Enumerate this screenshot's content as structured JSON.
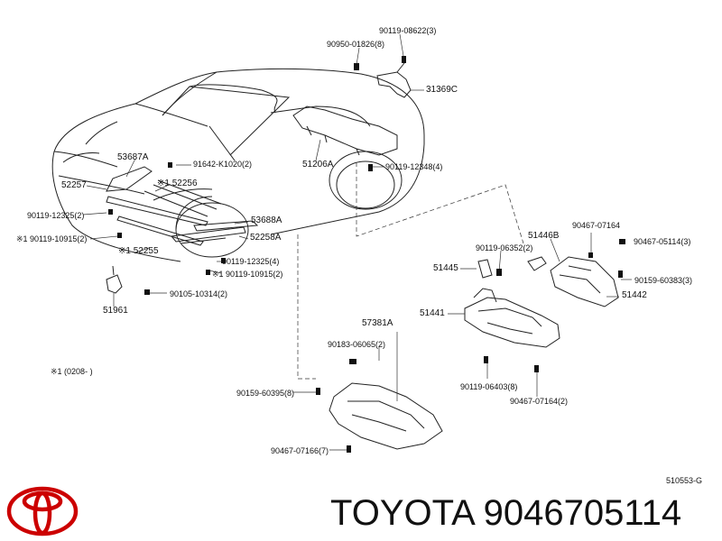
{
  "labels": {
    "p_90119_08622": "90119-08622(3)",
    "p_90950_01826": "90950-01826(8)",
    "p_31369C": "31369C",
    "p_53687A": "53687A",
    "p_91642_K1020": "91642-K1020(2)",
    "p_51206A": "51206A",
    "p_90119_12348": "90119-12348(4)",
    "p_52257": "52257",
    "p_52256": "※1 52256",
    "p_90119_12325a": "90119-12325(2)",
    "p_53688A": "53688A",
    "p_90119_10915a": "※1 90119-10915(2)",
    "p_52258A": "52258A",
    "p_52255": "※1 52255",
    "p_90119_12325b": "90119-12325(4)",
    "p_90119_10915b": "※1 90119-10915(2)",
    "p_51961": "51961",
    "p_90105_10314": "90105-10314(2)",
    "p_51446B": "51446B",
    "p_90467_07164a": "90467-07164",
    "p_90119_06352": "90119-06352(2)",
    "p_90467_05114": "90467-05114(3)",
    "p_51445": "51445",
    "p_90159_60383": "90159-60383(3)",
    "p_51442": "51442",
    "p_51441": "51441",
    "p_57381A": "57381A",
    "p_90183_06065": "90183-06065(2)",
    "p_90119_06403": "90119-06403(8)",
    "p_90467_07164b": "90467-07164(2)",
    "p_90159_60395": "90159-60395(8)",
    "p_90467_07166": "90467-07166(7)",
    "note": "※1 (0208-          )",
    "ref_code": "510553-G"
  },
  "brand": {
    "text": "TOYOTA 9046705114",
    "logo_color": "#cc0000"
  }
}
